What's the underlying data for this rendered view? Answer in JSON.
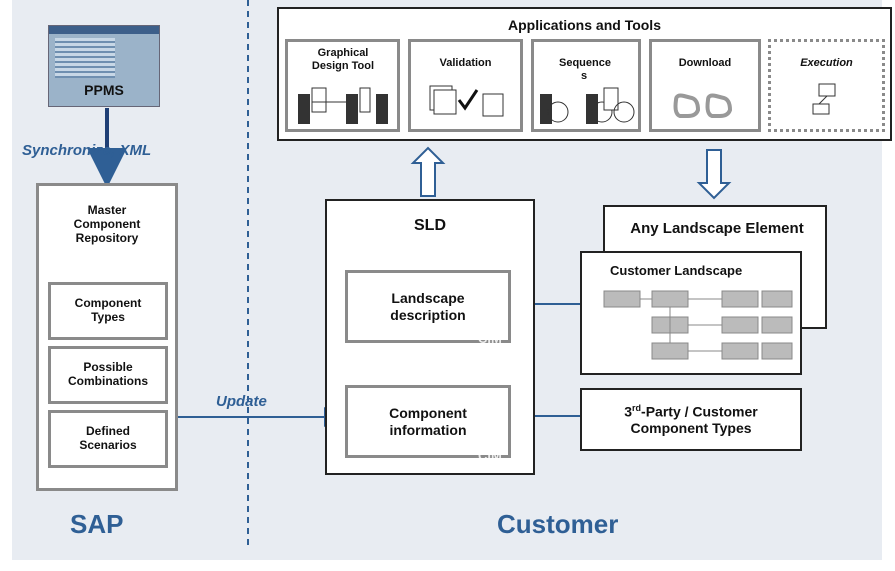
{
  "sap_side": {
    "ppms_label": "PPMS",
    "sync_label": "Synchronize, XML",
    "repository": {
      "title": "Master Component Repository",
      "items": [
        "Component Types",
        "Possible Combinations",
        "Defined Scenarios"
      ]
    },
    "footer_label": "SAP",
    "update_label": "Update"
  },
  "apps": {
    "title": "Applications and Tools",
    "tools": [
      {
        "label": "Graphical Design Tool"
      },
      {
        "label": "Validation"
      },
      {
        "label": "Sequence s"
      },
      {
        "label": "Download"
      },
      {
        "label": "Execution"
      }
    ]
  },
  "sld": {
    "title": "SLD",
    "landscape_description": "Landscape description",
    "component_information": "Component information",
    "cim_label": "CIM"
  },
  "landscape": {
    "any_element": "Any Landscape Element",
    "customer_landscape": "Customer Landscape",
    "third_party_prefix": "3",
    "third_party_sup": "rd",
    "third_party_rest": "-Party / Customer Component Types"
  },
  "customer_label": "Customer",
  "colors": {
    "accent": "#2f5f95",
    "frame_gray": "#8a8a8a",
    "background": "#e8ecf2"
  }
}
